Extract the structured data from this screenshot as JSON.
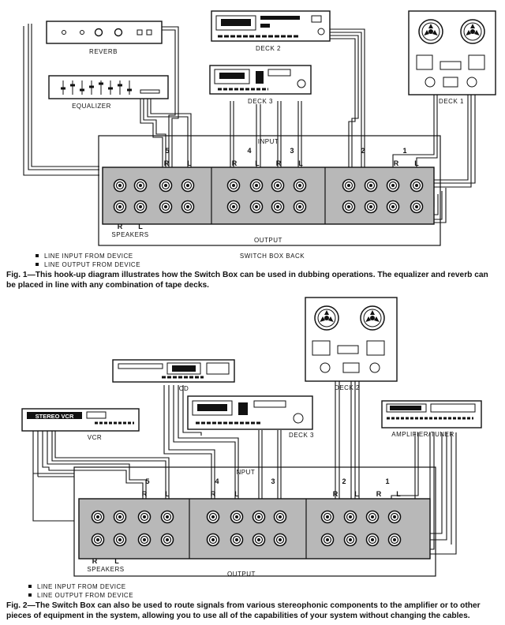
{
  "figure1": {
    "devices": {
      "reverb": "REVERB",
      "deck2": "DECK 2",
      "deck3": "DECK 3",
      "deck1": "DECK 1",
      "equalizer": "EQUALIZER"
    },
    "input_label": "INPUT",
    "output_label": "OUTPUT",
    "channel_numbers": [
      "5",
      "4",
      "3",
      "2",
      "1"
    ],
    "r": "R",
    "l": "L",
    "speakers": "SPEAKERS",
    "legend": [
      "LINE INPUT FROM DEVICE",
      "LINE OUTPUT FROM DEVICE"
    ],
    "switch_box_back": "SWITCH BOX BACK",
    "caption": "Fig. 1—This hook-up diagram illustrates how the Switch Box can be used in dubbing operations. The equalizer and reverb can be placed in line with any combination of tape decks."
  },
  "figure2": {
    "devices": {
      "cd": "CD",
      "deck2": "DECK 2",
      "stereo_vcr_panel": "STEREO VCR",
      "vcr": "VCR",
      "deck3": "DECK 3",
      "amplifier": "AMPLIFIER/TUNER"
    },
    "input_label": "INPUT",
    "output_label": "OUTPUT",
    "channel_numbers": [
      "5",
      "4",
      "3",
      "2",
      "1"
    ],
    "r": "R",
    "l": "L",
    "speakers": "SPEAKERS",
    "legend": [
      "LINE INPUT FROM DEVICE",
      "LINE OUTPUT FROM DEVICE"
    ],
    "caption": "Fig. 2—The Switch Box can also be used to route signals from various stereophonic components to the amplifier or to other pieces of equipment in the system, allowing you to use all of the capabilities of your system without changing the cables."
  }
}
